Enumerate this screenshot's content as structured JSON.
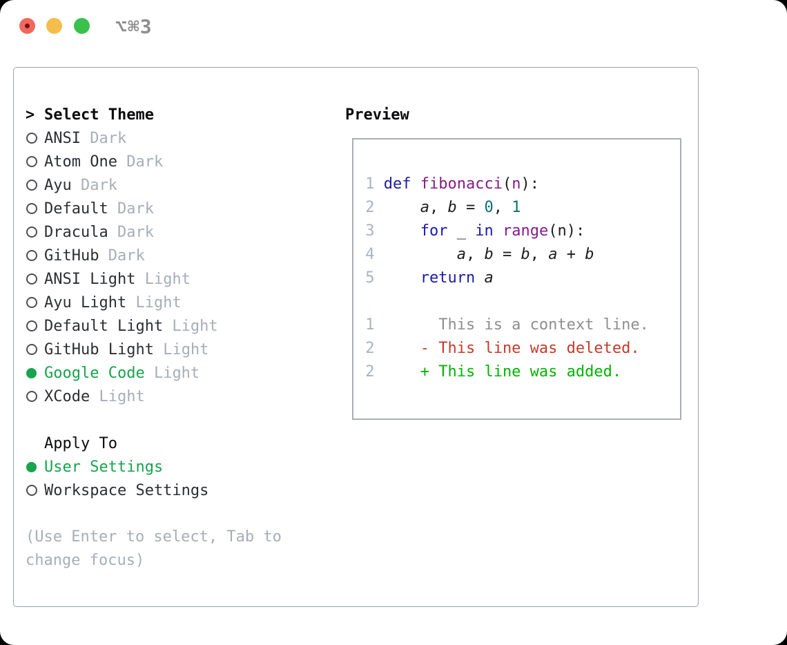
{
  "window": {
    "title": "⌥⌘3",
    "traffic_lights": [
      "close",
      "minimize",
      "zoom"
    ]
  },
  "theme_panel": {
    "header": {
      "prompt": ">",
      "label": "Select Theme"
    },
    "items": [
      {
        "name": "ANSI",
        "tag": "Dark",
        "selected": false
      },
      {
        "name": "Atom One",
        "tag": "Dark",
        "selected": false
      },
      {
        "name": "Ayu",
        "tag": "Dark",
        "selected": false
      },
      {
        "name": "Default",
        "tag": "Dark",
        "selected": false
      },
      {
        "name": "Dracula",
        "tag": "Dark",
        "selected": false
      },
      {
        "name": "GitHub",
        "tag": "Dark",
        "selected": false
      },
      {
        "name": "ANSI Light",
        "tag": "Light",
        "selected": false
      },
      {
        "name": "Ayu Light",
        "tag": "Light",
        "selected": false
      },
      {
        "name": "Default Light",
        "tag": "Light",
        "selected": false
      },
      {
        "name": "GitHub Light",
        "tag": "Light",
        "selected": false
      },
      {
        "name": "Google Code",
        "tag": "Light",
        "selected": true
      },
      {
        "name": "XCode",
        "tag": "Light",
        "selected": false
      }
    ],
    "apply_to": {
      "label": "Apply To",
      "options": [
        {
          "name": "User Settings",
          "selected": true
        },
        {
          "name": "Workspace Settings",
          "selected": false
        }
      ]
    },
    "help_lines": [
      "(Use Enter to select, Tab to",
      "change focus)"
    ]
  },
  "preview": {
    "title": "Preview",
    "code_lines": [
      [
        {
          "t": " 1 ",
          "c": "ln"
        },
        {
          "t": "def",
          "c": "kw"
        },
        {
          "t": " ",
          "c": "pl"
        },
        {
          "t": "fibonacci",
          "c": "fn"
        },
        {
          "t": "(",
          "c": "pl"
        },
        {
          "t": "n",
          "c": "fn"
        },
        {
          "t": "):",
          "c": "pl"
        }
      ],
      [
        {
          "t": " 2 ",
          "c": "ln"
        },
        {
          "t": "    ",
          "c": "pl"
        },
        {
          "t": "a",
          "c": "var"
        },
        {
          "t": ", ",
          "c": "pl"
        },
        {
          "t": "b",
          "c": "var"
        },
        {
          "t": " = ",
          "c": "pl"
        },
        {
          "t": "0",
          "c": "num"
        },
        {
          "t": ", ",
          "c": "pl"
        },
        {
          "t": "1",
          "c": "num"
        }
      ],
      [
        {
          "t": " 3 ",
          "c": "ln"
        },
        {
          "t": "    ",
          "c": "pl"
        },
        {
          "t": "for",
          "c": "kw"
        },
        {
          "t": " _ ",
          "c": "pl"
        },
        {
          "t": "in",
          "c": "kw"
        },
        {
          "t": " ",
          "c": "pl"
        },
        {
          "t": "range",
          "c": "fn"
        },
        {
          "t": "(n):",
          "c": "pl"
        }
      ],
      [
        {
          "t": " 4 ",
          "c": "ln"
        },
        {
          "t": "        ",
          "c": "pl"
        },
        {
          "t": "a",
          "c": "var"
        },
        {
          "t": ", ",
          "c": "pl"
        },
        {
          "t": "b",
          "c": "var"
        },
        {
          "t": " = ",
          "c": "pl"
        },
        {
          "t": "b",
          "c": "var"
        },
        {
          "t": ", ",
          "c": "pl"
        },
        {
          "t": "a",
          "c": "var"
        },
        {
          "t": " + ",
          "c": "pl"
        },
        {
          "t": "b",
          "c": "var"
        }
      ],
      [
        {
          "t": " 5 ",
          "c": "ln"
        },
        {
          "t": "    ",
          "c": "pl"
        },
        {
          "t": "return",
          "c": "kw"
        },
        {
          "t": " ",
          "c": "pl"
        },
        {
          "t": "a",
          "c": "var"
        }
      ],
      [],
      [
        {
          "t": " 1",
          "c": "ln"
        },
        {
          "t": "       ",
          "c": "pl"
        },
        {
          "t": "This is a context line.",
          "c": "ctx"
        }
      ],
      [
        {
          "t": " 2",
          "c": "ln"
        },
        {
          "t": "     ",
          "c": "pl"
        },
        {
          "t": "- This line was deleted.",
          "c": "del"
        }
      ],
      [
        {
          "t": " 2",
          "c": "ln"
        },
        {
          "t": "     ",
          "c": "pl"
        },
        {
          "t": "+ This line was added.",
          "c": "add"
        }
      ]
    ]
  },
  "colors": {
    "tl_red": "#ee6a5e",
    "tl_red_dot": "#7e0d08",
    "tl_yellow": "#f5bd4b",
    "tl_green": "#39c14b",
    "title_gray": "#8d8d8d",
    "panel_border": "#9aa1aa",
    "box_border": "#a9aeb6",
    "text_dark": "#2b2f33",
    "text_black": "#0b0b0d",
    "muted": "#a6aeb8",
    "green": "#16a44c",
    "radio_ring": "#4d4d52",
    "kw": "#1b1ba6",
    "fn": "#861c86",
    "lit": "#0c6f6f",
    "pl": "#1d1d1f",
    "ln": "#a9b3bf",
    "ctx": "#8e8e8e",
    "del": "#c43b2a",
    "add": "#00b400"
  }
}
